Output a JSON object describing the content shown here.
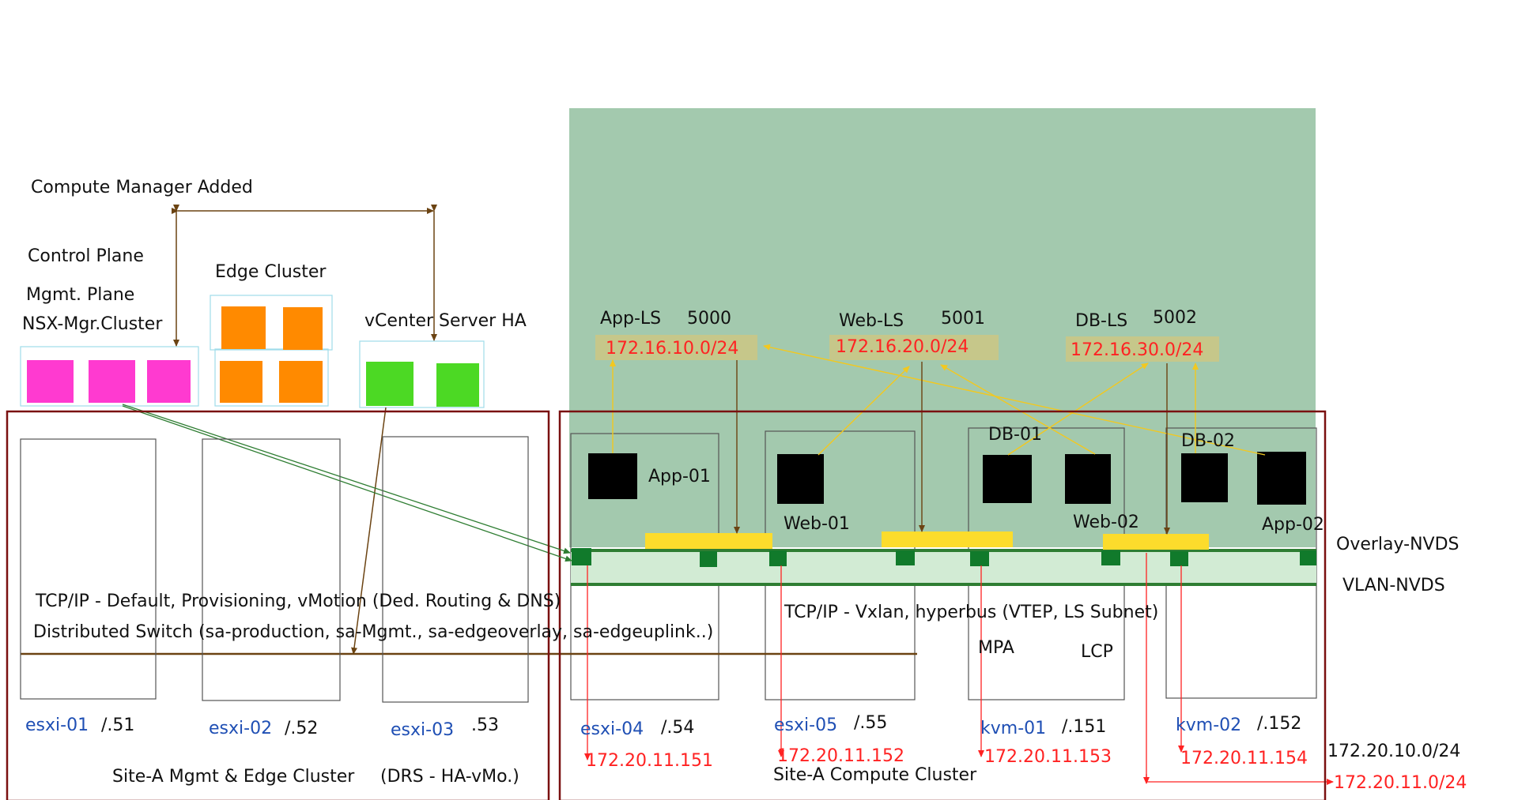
{
  "colors": {
    "overlay_bg": "#a3c9ae",
    "cluster_border": "#7a1010",
    "nsx_mgr": "#ff3ad0",
    "edge": "#ff8a00",
    "vcenter": "#4cd924",
    "vm": "#000000",
    "ls_box": "#c6c78a",
    "yellow_bar": "#fcdc2c",
    "nvds_green": "#2e7d32",
    "vlan_band": "#d2ebd4",
    "dark_green": "#117a2b",
    "brown": "#6b4312",
    "ip_red": "#ff2222",
    "host_blue": "#1f4fb4"
  },
  "left": {
    "compute_manager": "Compute Manager Added",
    "control_plane": "Control Plane",
    "mgmt_plane": "Mgmt. Plane",
    "nsx_mgr": "NSX-Mgr.Cluster",
    "edge_cluster": "Edge Cluster",
    "vcenter": "vCenter Server HA",
    "tcpip": "TCP/IP - Default, Provisioning, vMotion (Ded. Routing & DNS)",
    "dswitch": "Distributed Switch (sa-production, sa-Mgmt., sa-edgeoverlay, sa-edgeuplink..)",
    "cluster_label": "Site-A Mgmt & Edge Cluster",
    "cluster_drs": "(DRS - HA-vMo.)",
    "hosts": [
      {
        "name": "esxi-01",
        "ip": "/.51"
      },
      {
        "name": "esxi-02",
        "ip": "/.52"
      },
      {
        "name": "esxi-03",
        "ip": ".53"
      }
    ]
  },
  "right": {
    "logical_switches": [
      {
        "name": "App-LS",
        "vni": "5000",
        "subnet": "172.16.10.0/24"
      },
      {
        "name": "Web-LS",
        "vni": "5001",
        "subnet": "172.16.20.0/24"
      },
      {
        "name": "DB-LS",
        "vni": "5002",
        "subnet": "172.16.30.0/24"
      }
    ],
    "vms": {
      "app01": "App-01",
      "web01": "Web-01",
      "db01": "DB-01",
      "web02": "Web-02",
      "db02": "DB-02",
      "app02": "App-02"
    },
    "overlay_nvds": "Overlay-NVDS",
    "vlan_nvds": "VLAN-NVDS",
    "tcpip": "TCP/IP - Vxlan, hyperbus (VTEP, LS Subnet)",
    "mpa": "MPA",
    "lcp": "LCP",
    "cluster_label": "Site-A Compute Cluster",
    "hosts": [
      {
        "name": "esxi-04",
        "ip": "/.54",
        "vtep": "172.20.11.151"
      },
      {
        "name": "esxi-05",
        "ip": "/.55",
        "vtep": "172.20.11.152"
      },
      {
        "name": "kvm-01",
        "ip": "/.151",
        "vtep": "172.20.11.153"
      },
      {
        "name": "kvm-02",
        "ip": "/.152",
        "vtep": "172.20.11.154"
      }
    ],
    "mgmt_subnet": "172.20.10.0/24",
    "vtep_subnet": "172.20.11.0/24"
  }
}
